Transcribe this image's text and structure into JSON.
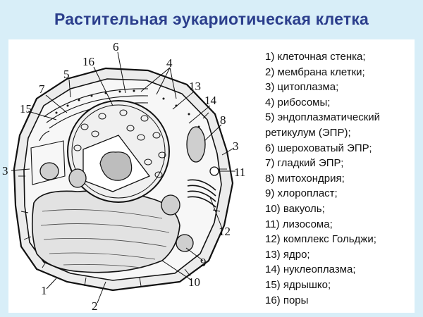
{
  "title": "Растительная эукариотическая клетка",
  "diagram": {
    "callouts": [
      "6",
      "16",
      "4",
      "5",
      "13",
      "7",
      "14",
      "15",
      "8",
      "3",
      "3",
      "11",
      "12",
      "9",
      "10",
      "1",
      "2"
    ]
  },
  "legend": [
    "1) клеточная стенка;",
    "2) мембрана клетки;",
    "3) цитоплазма;",
    "4) рибосомы;",
    "5) эндоплазматический",
    "ретикулум (ЭПР);",
    "6) шероховатый ЭПР;",
    "7) гладкий ЭПР;",
    "8) митохондрия;",
    "9) хлоропласт;",
    "10) вакуоль;",
    "11) лизосома;",
    "12) комплекс Гольджи;",
    "13) ядро;",
    "14) нуклеоплазма;",
    "15) ядрышко;",
    "16) поры"
  ]
}
